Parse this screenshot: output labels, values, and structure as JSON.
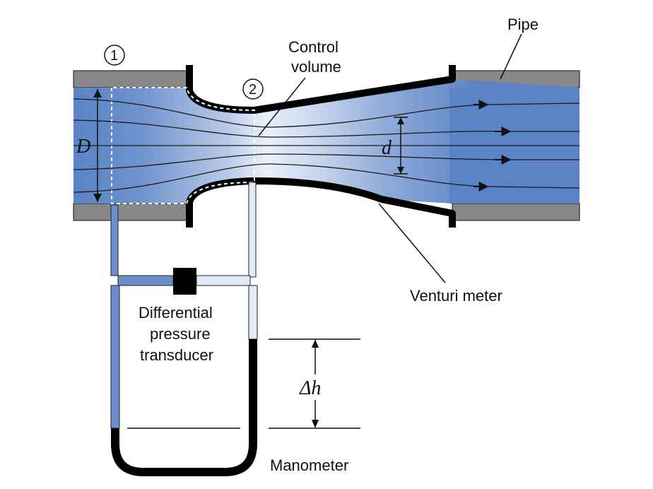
{
  "labels": {
    "pipe": "Pipe",
    "control_volume_line1": "Control",
    "control_volume_line2": "volume",
    "venturi_meter": "Venturi meter",
    "transducer_line1": "Differential",
    "transducer_line2": "pressure",
    "transducer_line3": "transducer",
    "manometer": "Manometer"
  },
  "dimensions": {
    "pipe_diameter": "D",
    "throat_diameter": "d",
    "height_difference": "Δh"
  },
  "sections": {
    "inlet": "1",
    "throat": "2"
  },
  "colors": {
    "fluid": "#5b83c6",
    "fluid_light": "#e9eef8",
    "wall": "#888888",
    "metal": "#000000",
    "line": "#111111"
  }
}
